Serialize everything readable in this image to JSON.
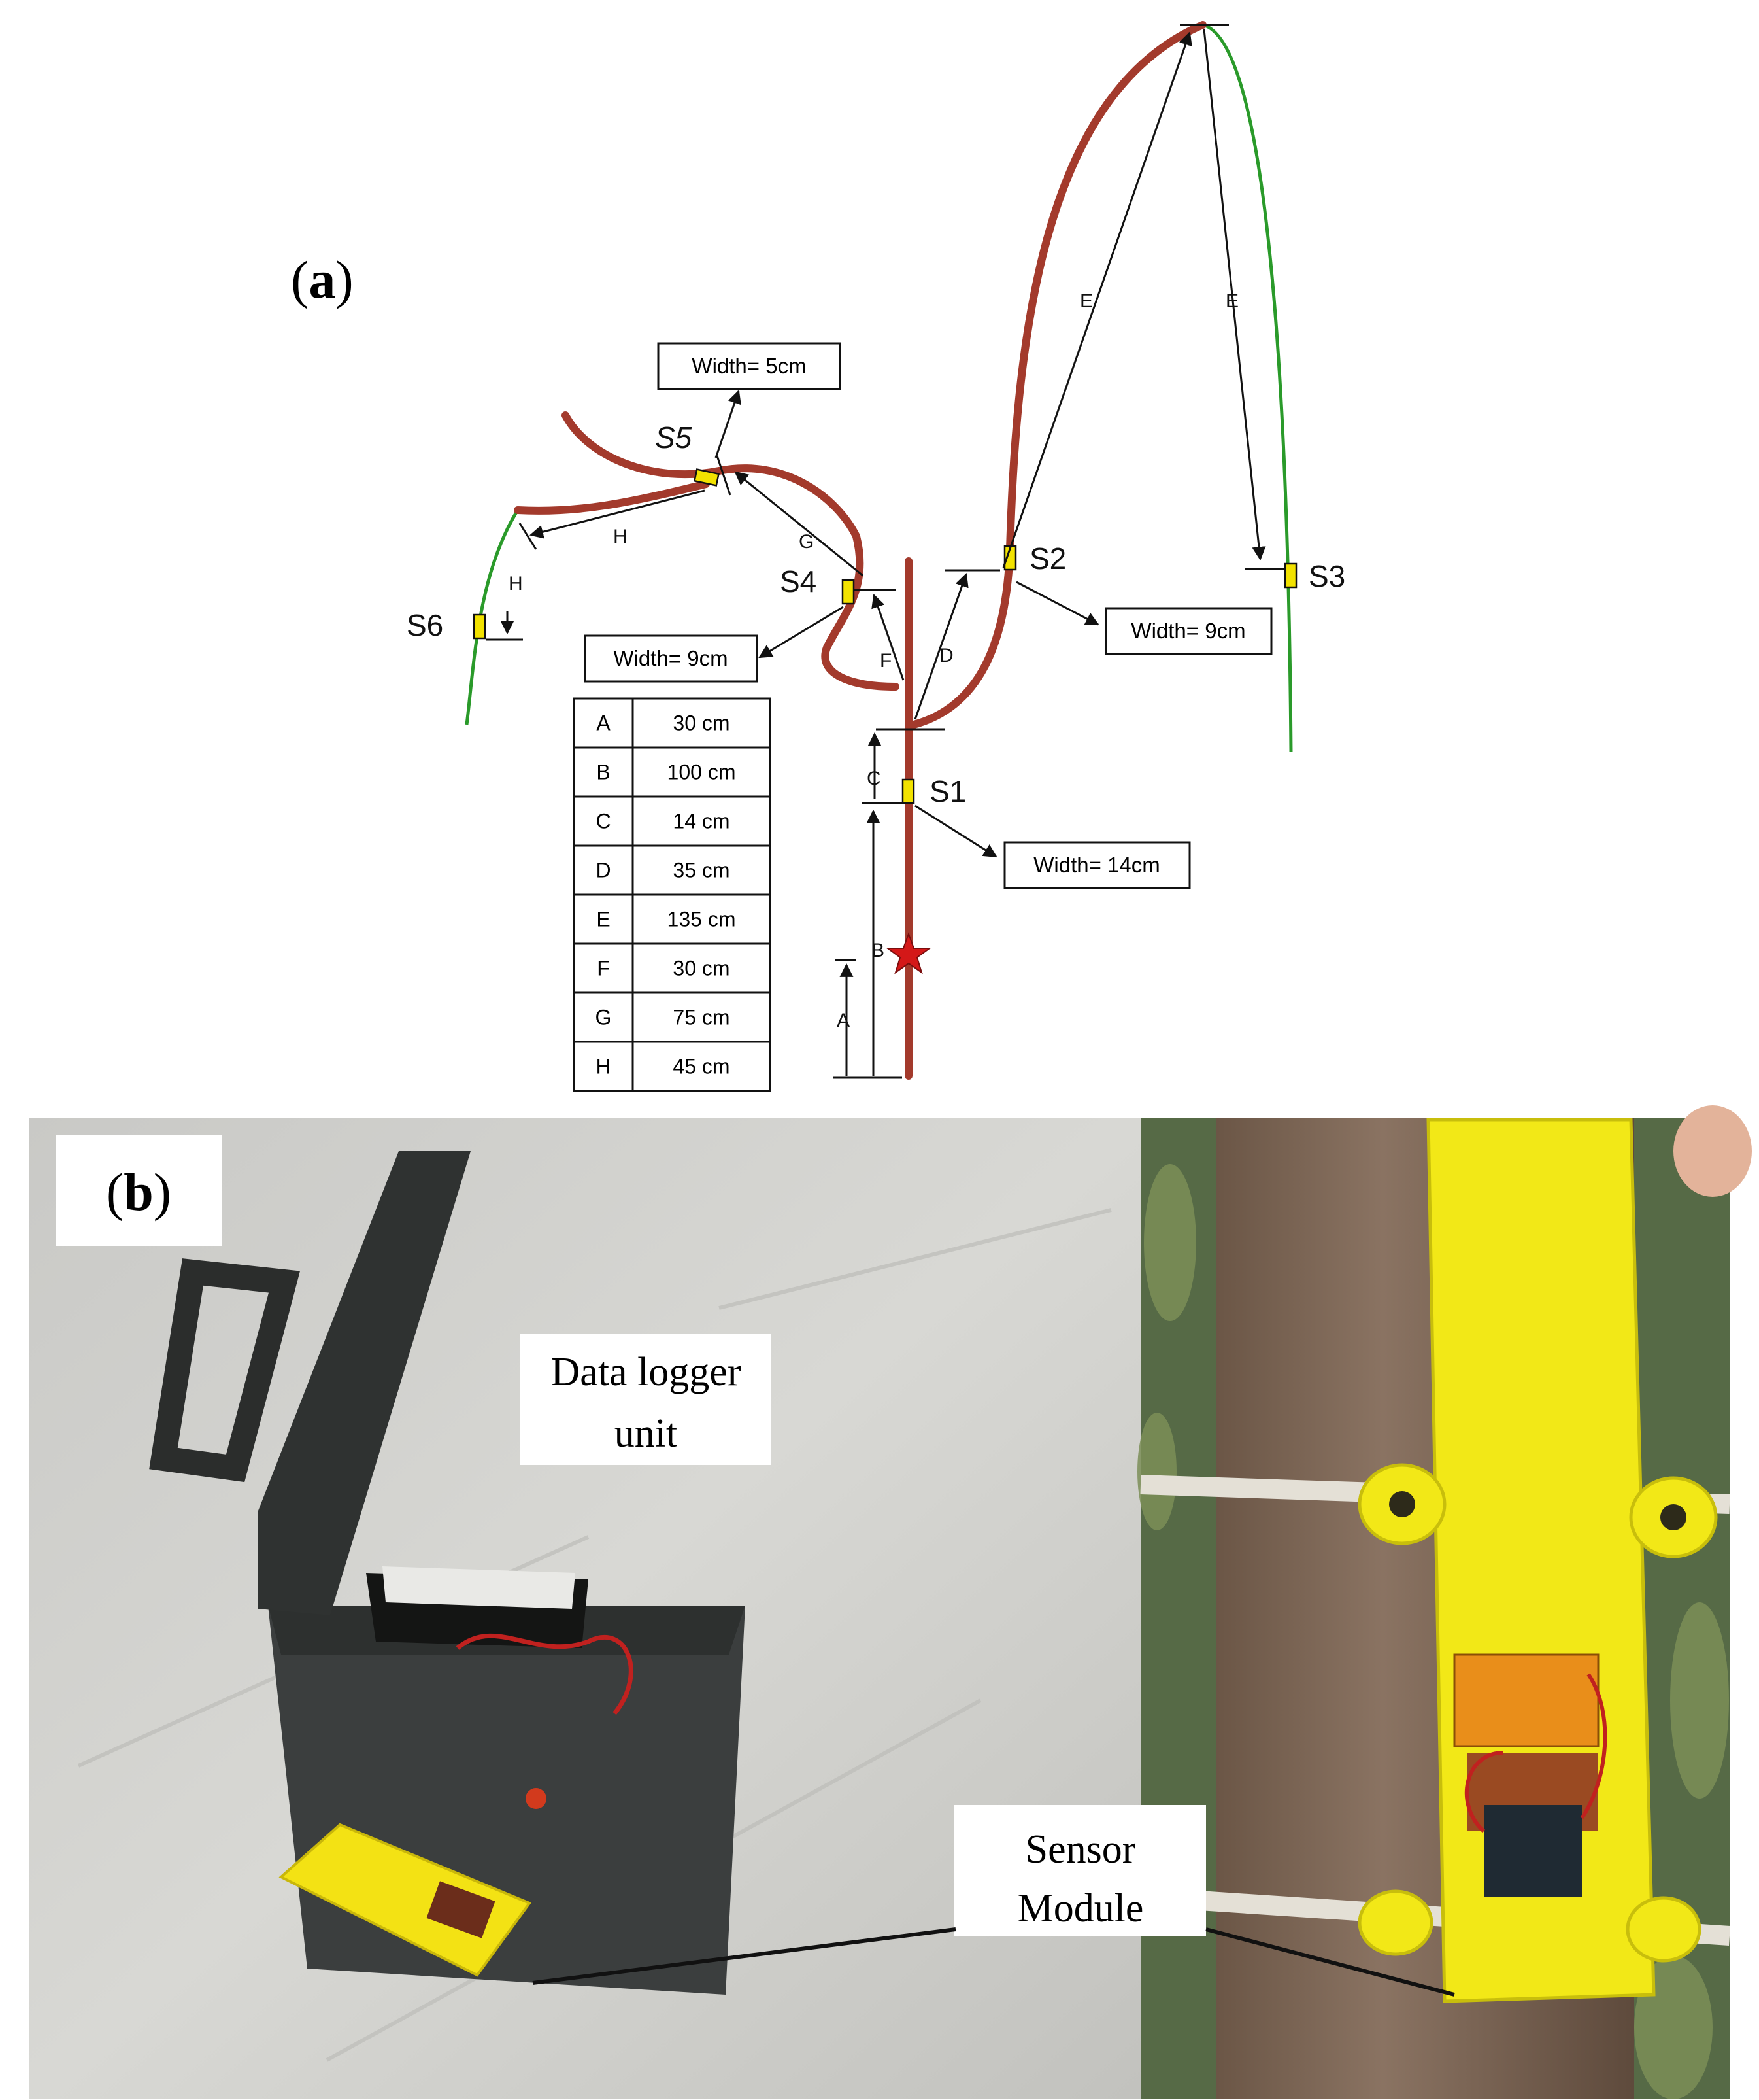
{
  "panel_a": {
    "label_open": "(",
    "label_letter": "a",
    "label_close": ")",
    "sensors": [
      "S1",
      "S2",
      "S3",
      "S4",
      "S5",
      "S6"
    ],
    "segment_letters": {
      "A": "A",
      "B": "B",
      "C": "C",
      "D": "D",
      "E": "E",
      "F": "F",
      "G": "G",
      "H": "H"
    },
    "width_boxes": {
      "s5": "Width= 5cm",
      "s4": "Width= 9cm",
      "s2": "Width= 9cm",
      "s1": "Width= 14cm"
    },
    "table": [
      {
        "seg": "A",
        "len": "30 cm"
      },
      {
        "seg": "B",
        "len": "100 cm"
      },
      {
        "seg": "C",
        "len": "14 cm"
      },
      {
        "seg": "D",
        "len": "35 cm"
      },
      {
        "seg": "E",
        "len": "135 cm"
      },
      {
        "seg": "F",
        "len": "30 cm"
      },
      {
        "seg": "G",
        "len": "75 cm"
      },
      {
        "seg": "H",
        "len": "45 cm"
      }
    ]
  },
  "panel_b": {
    "label_open": "(",
    "label_letter": "b",
    "label_close": ")",
    "logger_line1": "Data logger",
    "logger_line2": "unit",
    "sensor_line1": "Sensor",
    "sensor_line2": "Module"
  },
  "colors": {
    "branch": "#a33a2c",
    "twig": "#2a9a2a",
    "sensor": "#f2e200",
    "star": "#d41818"
  }
}
